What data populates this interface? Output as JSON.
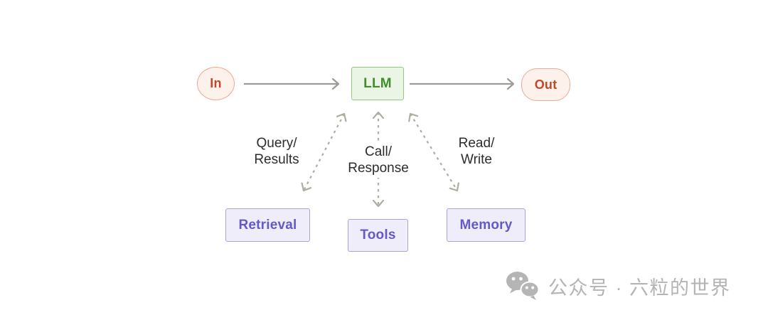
{
  "diagram": {
    "nodes": {
      "input": {
        "label": "In"
      },
      "llm": {
        "label": "LLM"
      },
      "output": {
        "label": "Out"
      },
      "retrieval": {
        "label": "Retrieval"
      },
      "tools": {
        "label": "Tools"
      },
      "memory": {
        "label": "Memory"
      }
    },
    "edge_labels": {
      "retrieval_edge": {
        "line1": "Query/",
        "line2": "Results"
      },
      "tools_edge": {
        "line1": "Call/",
        "line2": "Response"
      },
      "memory_edge": {
        "line1": "Read/",
        "line2": "Write"
      }
    },
    "colors": {
      "llm_fill": "#ebf5e6",
      "llm_border": "#96c77e",
      "llm_text": "#3f8e2a",
      "io_fill": "#fdf1ec",
      "io_border": "#edaa92",
      "io_text": "#c1492a",
      "tool_fill": "#efedfa",
      "tool_border": "#aba1e0",
      "tool_text": "#6459c7",
      "solid_arrow": "#9b9c96",
      "dashed_arrow": "#afaca0",
      "edge_label_text": "#2c2c2c"
    }
  },
  "watermark": {
    "icon": "wechat-icon",
    "text": "公众号 · 六粒的世界",
    "color": "#b4b4b4"
  }
}
